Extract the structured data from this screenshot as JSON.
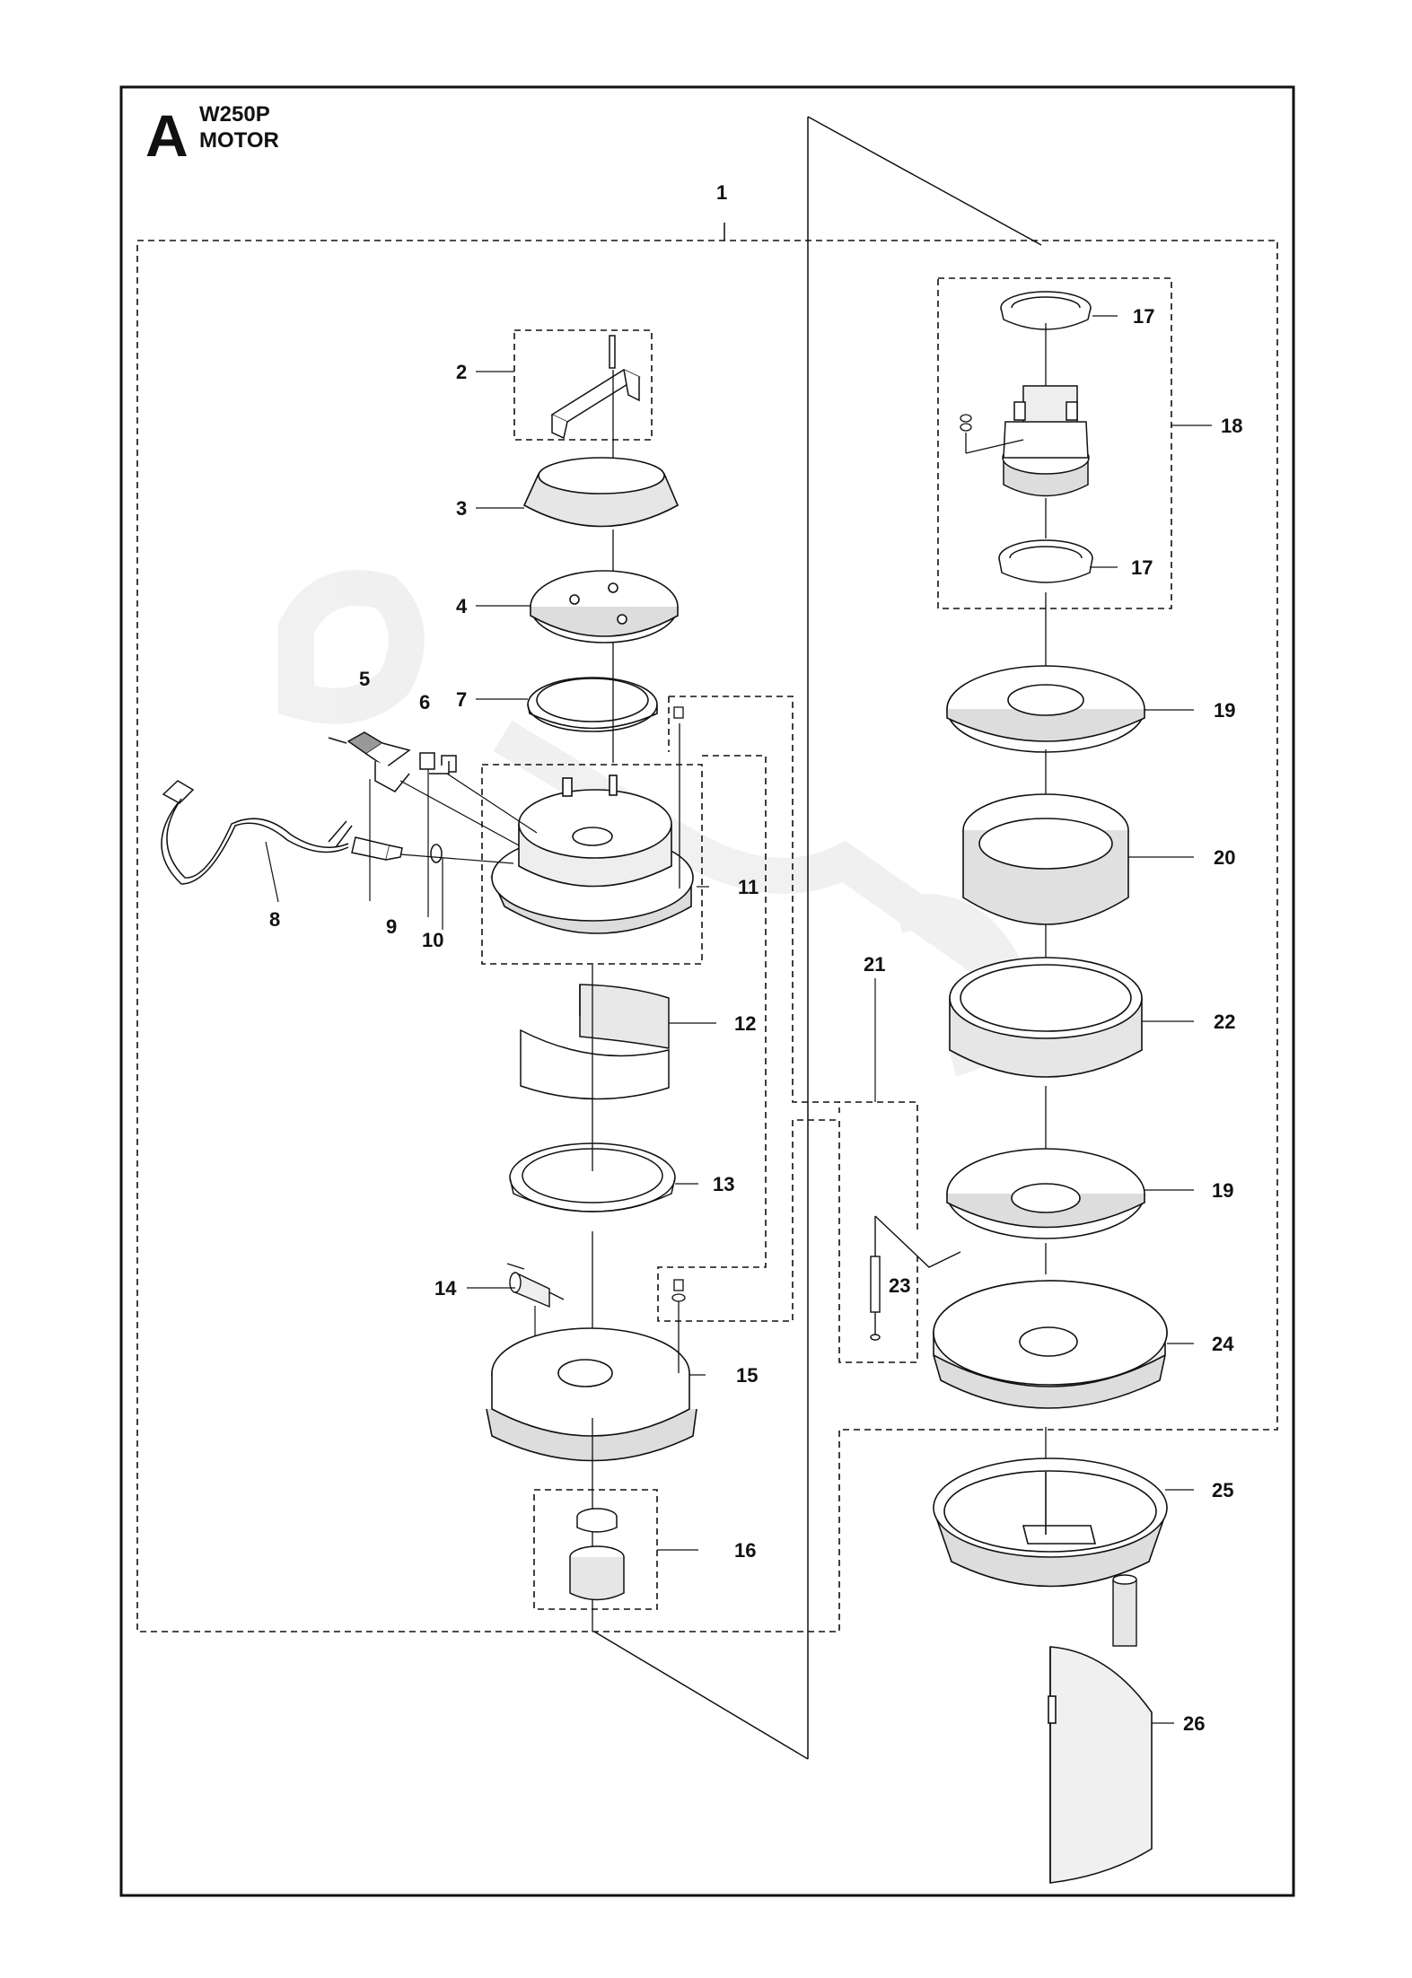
{
  "header": {
    "section_letter": "A",
    "model": "W250P",
    "section": "MOTOR"
  },
  "callouts": {
    "c1": "1",
    "c2": "2",
    "c3": "3",
    "c4": "4",
    "c5": "5",
    "c6": "6",
    "c7": "7",
    "c8": "8",
    "c9": "9",
    "c10": "10",
    "c11": "11",
    "c12": "12",
    "c13": "13",
    "c14": "14",
    "c15": "15",
    "c16": "16",
    "c17a": "17",
    "c17b": "17",
    "c18": "18",
    "c19a": "19",
    "c19b": "19",
    "c20": "20",
    "c21": "21",
    "c22": "22",
    "c23": "23",
    "c24": "24",
    "c25": "25",
    "c26": "26"
  },
  "colors": {
    "line": "#111111",
    "fill": "#ffffff",
    "shade": "#d9d9d9",
    "watermark": "#ededed"
  }
}
